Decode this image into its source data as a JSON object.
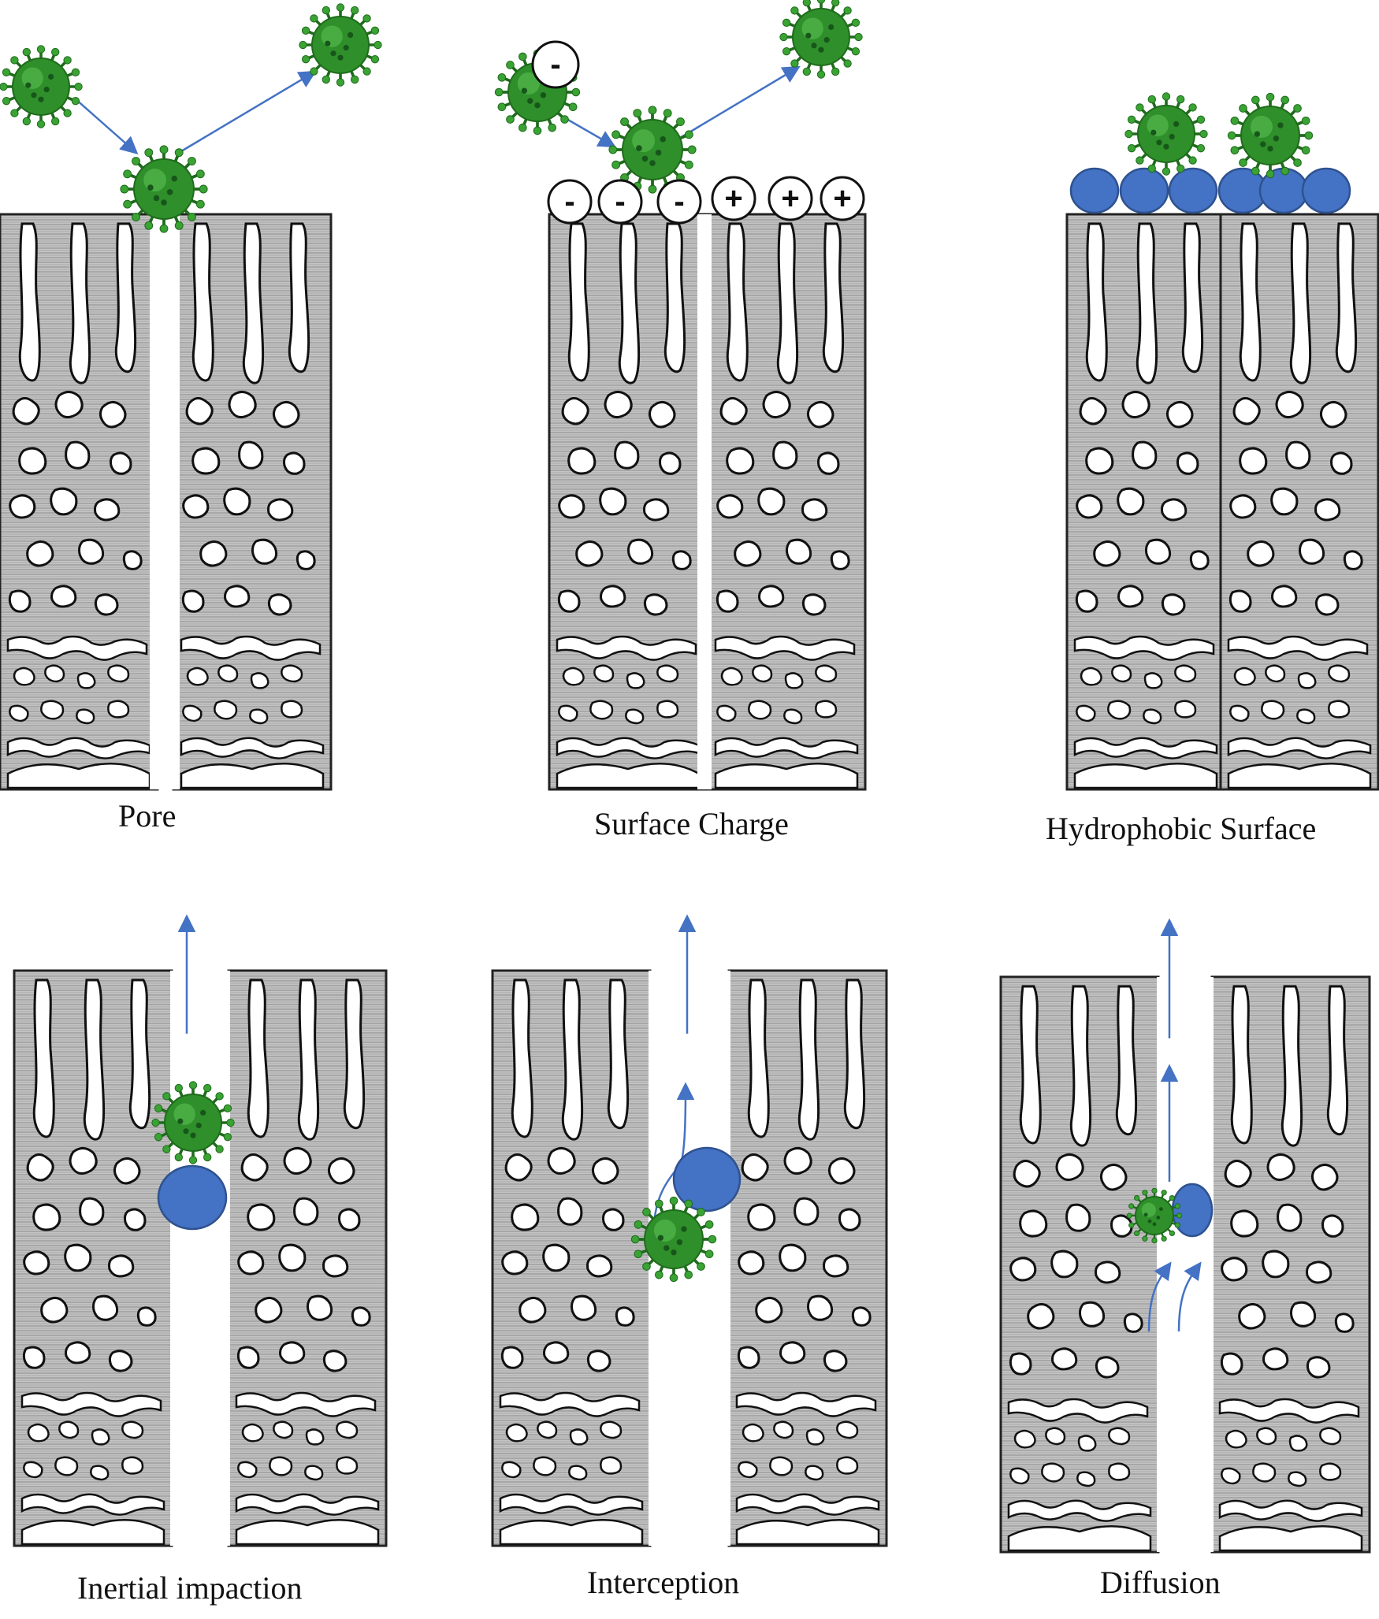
{
  "panels": [
    {
      "label": "Pore"
    },
    {
      "label": "Surface Charge"
    },
    {
      "label": "Hydrophobic Surface"
    },
    {
      "label": "Inertial impaction"
    },
    {
      "label": "Interception"
    },
    {
      "label": "Diffusion"
    }
  ],
  "charge_symbols": {
    "incoming": "-",
    "left_surface": [
      "-",
      "-",
      "-"
    ],
    "right_surface": [
      "+",
      "+",
      "+"
    ]
  },
  "colors": {
    "virus": "#2f8f2a",
    "particle": "#4472c4",
    "arrow": "#4472c4",
    "membrane": "#bdbdbd",
    "membrane_outline": "#222222"
  },
  "icons": {
    "virus": "virus-icon",
    "particle": "particle-icon",
    "arrow": "arrow-icon"
  }
}
